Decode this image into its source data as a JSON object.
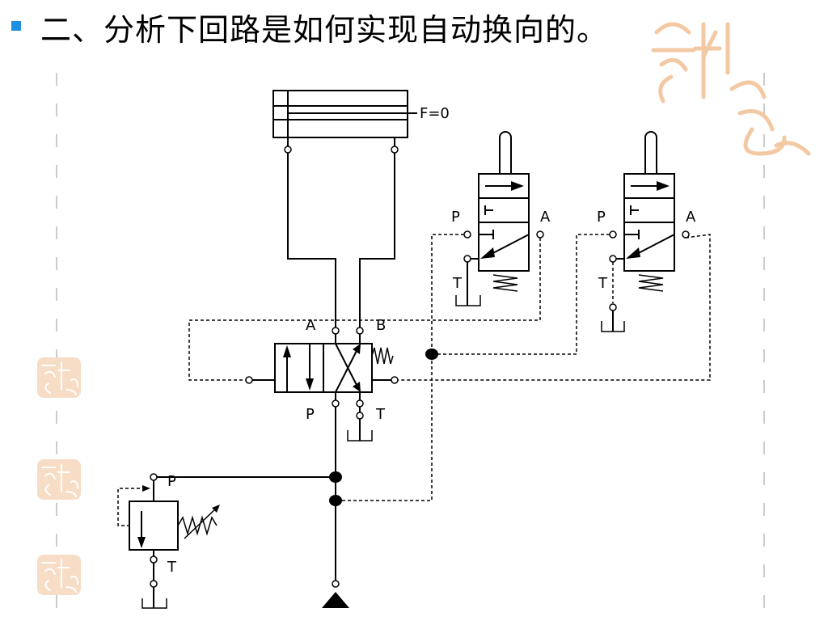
{
  "slide": {
    "title": "二、分析下回路是如何实现自动换向的。",
    "bullet_color": "#1e8fe0",
    "seal_color": "#f3c9a4"
  },
  "diagram": {
    "cylinder": {
      "force_label": "F=0"
    },
    "limit_valve_left": {
      "p_label": "P",
      "a_label": "A",
      "t_label": "T"
    },
    "limit_valve_right": {
      "p_label": "P",
      "a_label": "A",
      "t_label": "T"
    },
    "main_valve": {
      "a_label": "A",
      "b_label": "B",
      "p_label": "P",
      "t_label": "T"
    },
    "relief_valve": {
      "p_label": "P",
      "t_label": "T"
    }
  }
}
